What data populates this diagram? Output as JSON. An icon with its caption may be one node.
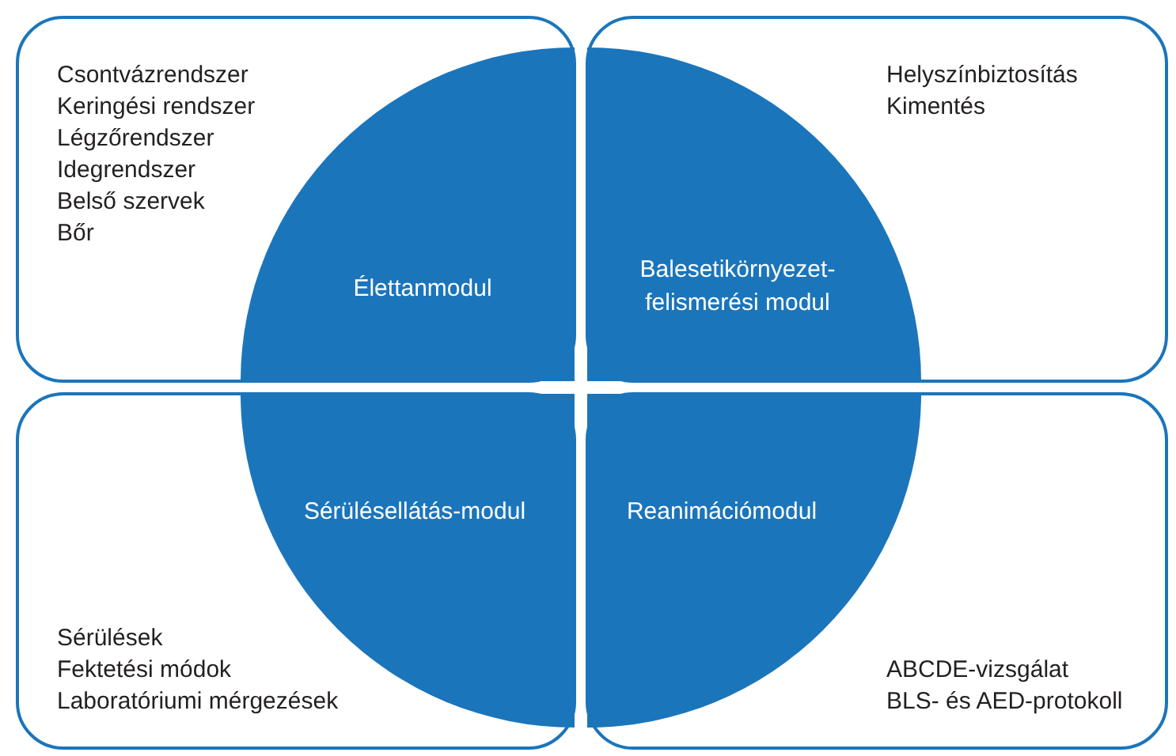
{
  "diagram": {
    "nodes": [
      {
        "text": [
          "Csontvázrendszer",
          "Keringési rendszer",
          "Légzőrendszer",
          "Idegrendszer",
          "Belső szervek",
          "Bőr"
        ]
      },
      {
        "text": [
          "Helyszínbiztosítás",
          "Kimentés"
        ]
      },
      {
        "text": [
          "Sérülések",
          "Fektetési módok",
          "Laboratóriumi mérgezések"
        ]
      },
      {
        "text": [
          "ABCDE-vizsgálat",
          "BLS- és AED-protokoll"
        ]
      },
      {
        "text": [
          "Élettanmodul"
        ],
        "in": 0
      },
      {
        "text": [
          "Balesetikörnyezet-felismerési modul"
        ],
        "in": 1
      },
      {
        "text": [
          "Sérülésellátás-modul"
        ],
        "in": 2
      },
      {
        "text": [
          "Reanimációmodul"
        ],
        "in": 3
      }
    ]
  }
}
